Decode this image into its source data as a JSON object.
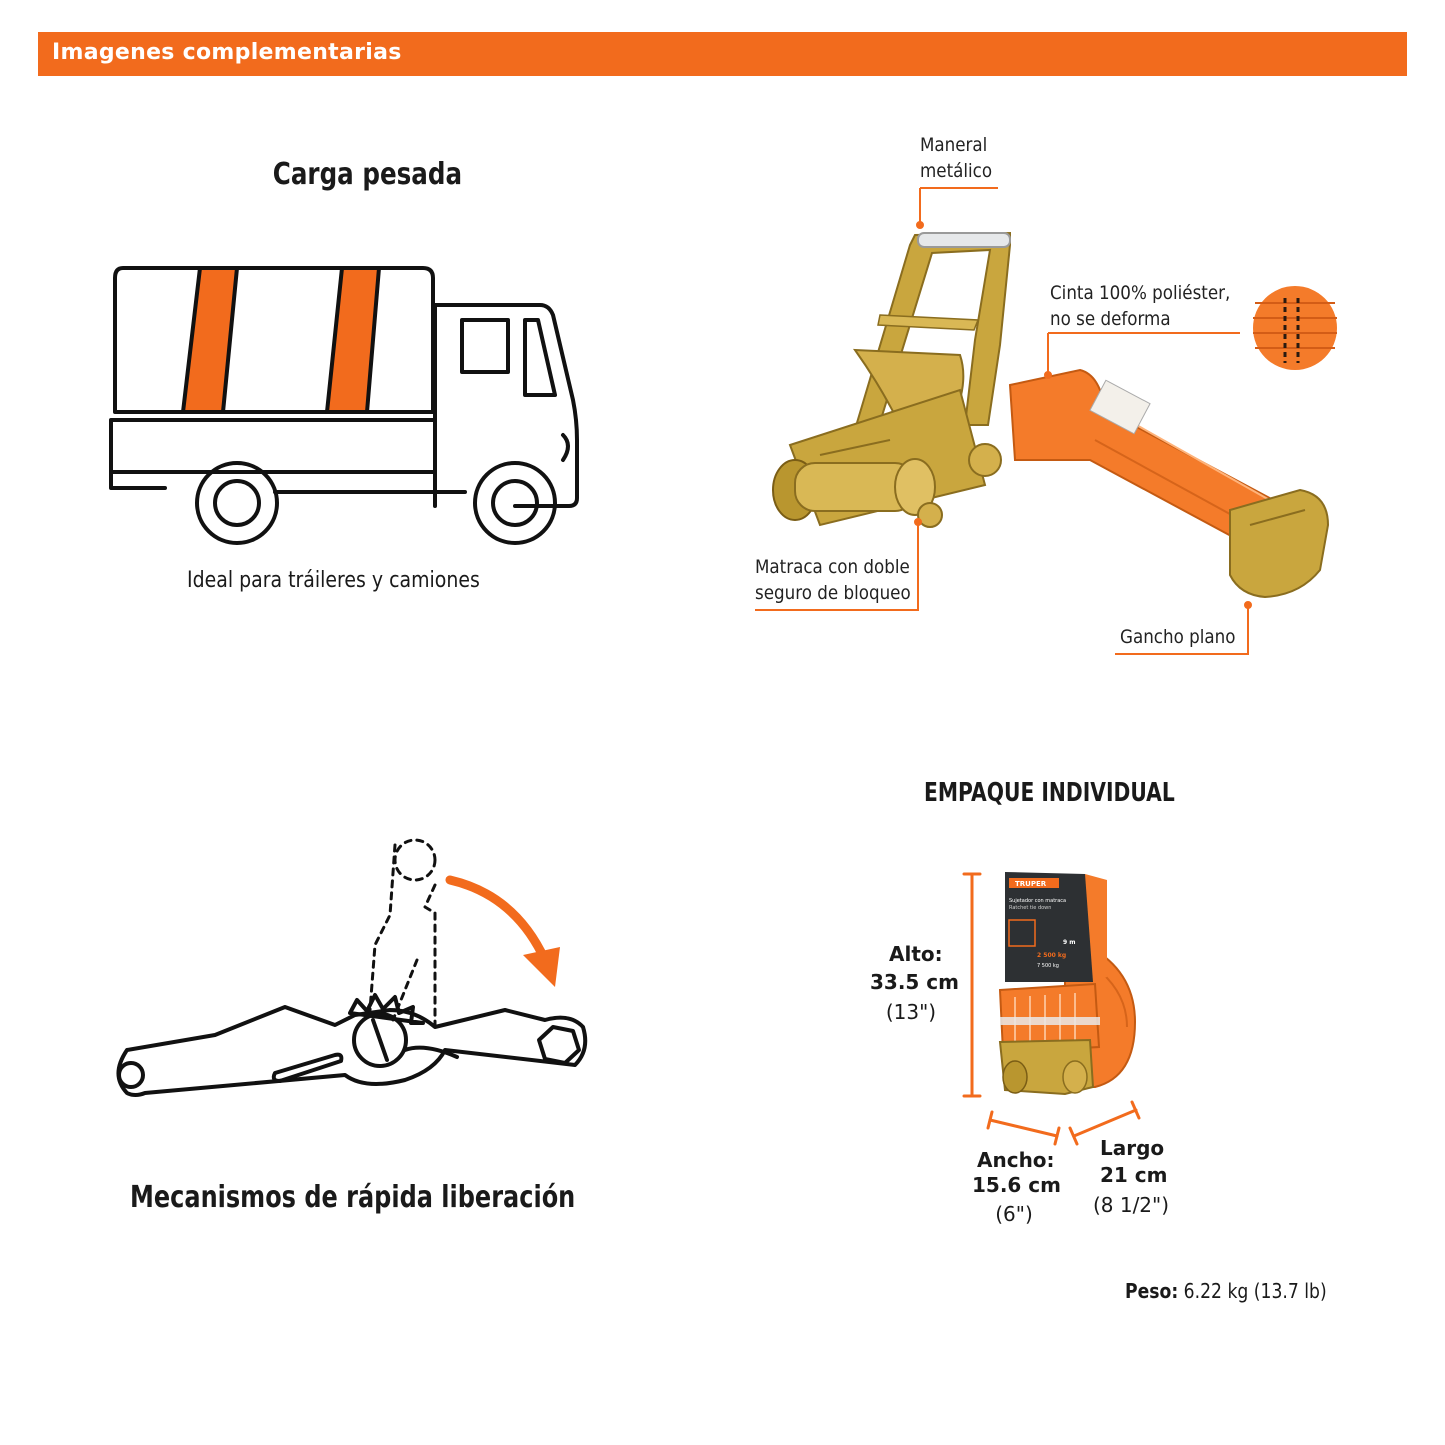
{
  "header": {
    "title": "Imagenes complementarias",
    "color": "#f26b1d"
  },
  "panel_carga": {
    "heading": "Carga pesada",
    "caption": "Ideal para tráileres y camiones",
    "icon": "truck-icon"
  },
  "panel_product": {
    "callouts": {
      "maneral_line1": "Maneral",
      "maneral_line2": "metálico",
      "cinta_line1": "Cinta 100% poliéster,",
      "cinta_line2": "no se deforma",
      "matraca_line1": "Matraca con doble",
      "matraca_line2": "seguro de bloqueo",
      "gancho": "Gancho plano"
    }
  },
  "panel_mecanismo": {
    "heading": "Mecanismos de rápida liberación",
    "icon": "ratchet-release-icon"
  },
  "panel_empaque": {
    "heading": "EMPAQUE INDIVIDUAL",
    "box": {
      "brand": "TRUPER",
      "line1": "Sujetador con matraca",
      "line2": "Ratchet tie down",
      "length": "9 m",
      "capacity": "2 500 kg",
      "break_strength": "7 500 kg"
    },
    "alto_label": "Alto:",
    "alto_value": "33.5 cm",
    "alto_inch": "(13\")",
    "ancho_label": "Ancho:",
    "ancho_value": "15.6 cm",
    "ancho_inch": "(6\")",
    "largo_label": "Largo",
    "largo_value": "21 cm",
    "largo_inch": "(8 1/2\")",
    "peso_label": "Peso:",
    "peso_value": "6.22 kg (13.7 lb)"
  },
  "colors": {
    "accent": "#f26b1d",
    "strap": "#f47b2a",
    "metal": "#c9a63e",
    "text": "#1a1a1a"
  }
}
